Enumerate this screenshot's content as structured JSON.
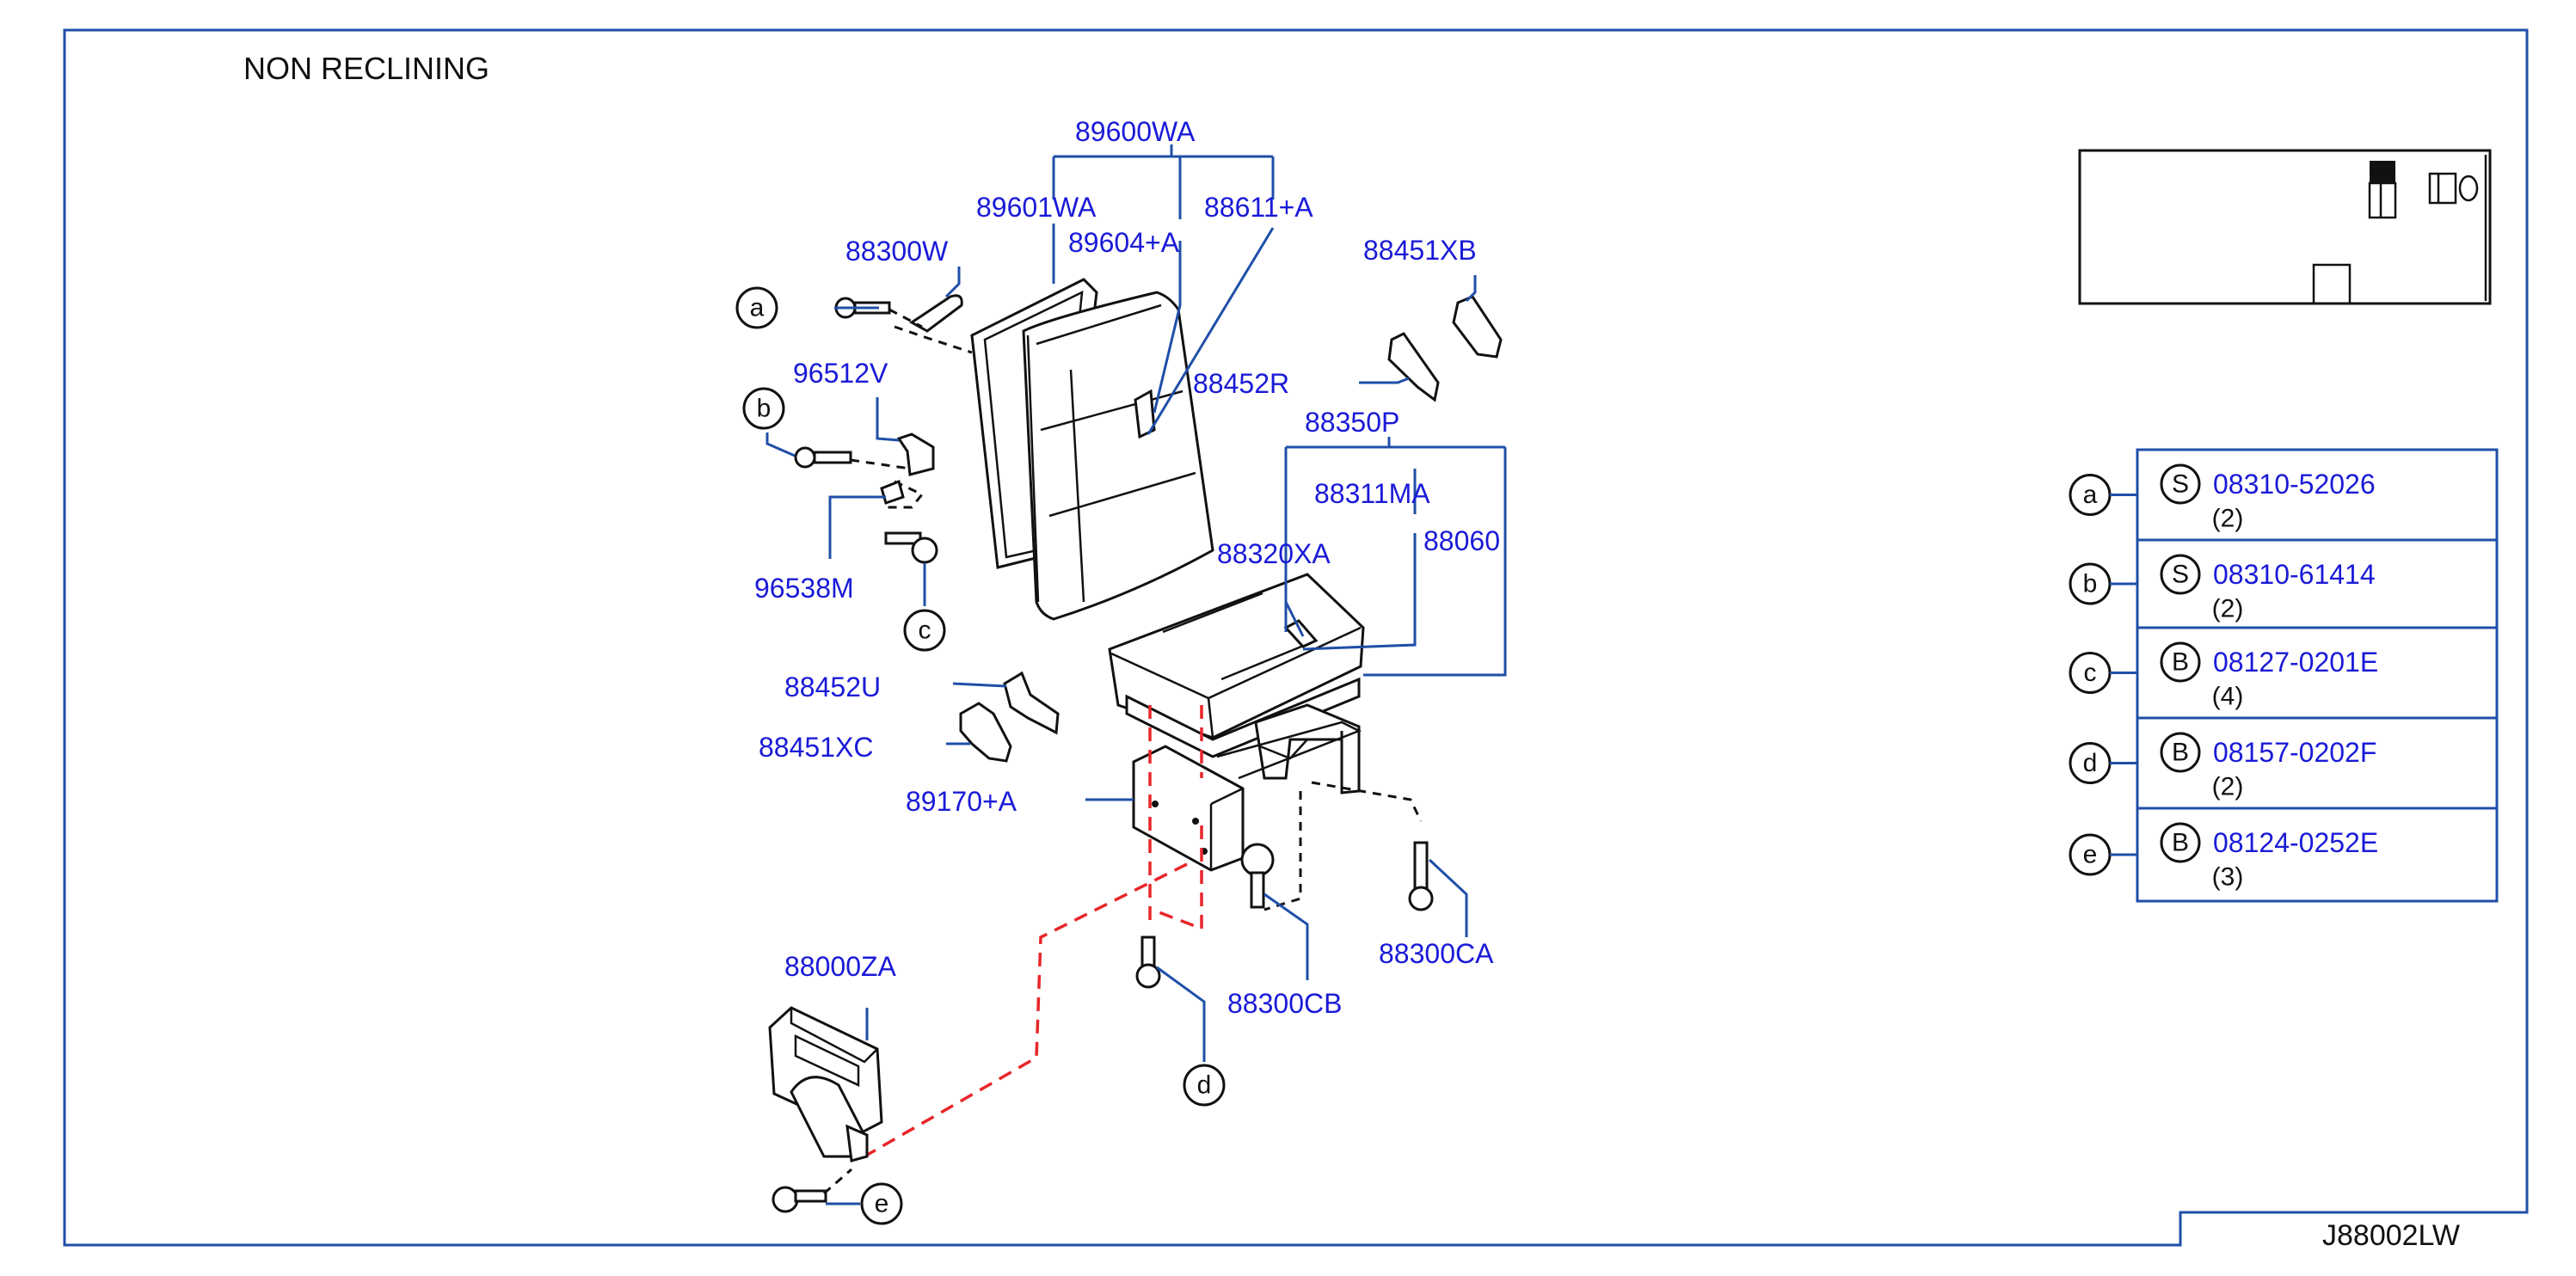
{
  "header": {
    "title": "NON  RECLINING"
  },
  "drawing_ref": "J88002LW",
  "colors": {
    "label": "#1a1ad8",
    "leader": "#1f4fa8",
    "mounting_dash": "#e8262a"
  },
  "part_labels": {
    "p89600WA": "89600WA",
    "p89601WA": "89601WA",
    "p88611A": "88611+A",
    "p89604A": "89604+A",
    "p88300W": "88300W",
    "p88451XB": "88451XB",
    "p96512V": "96512V",
    "p88452R": "88452R",
    "p88350P": "88350P",
    "p88311MA": "88311MA",
    "p88060": "88060",
    "p88320XA": "88320XA",
    "p96538M": "96538M",
    "p88452U": "88452U",
    "p88451XC": "88451XC",
    "p89170A": "89170+A",
    "p88000ZA": "88000ZA",
    "p88300CA": "88300CA",
    "p88300CB": "88300CB"
  },
  "callouts": {
    "a": "a",
    "b": "b",
    "c": "c",
    "d": "d",
    "e": "e"
  },
  "fastener_table": [
    {
      "key": "a",
      "type": "S",
      "part": "08310-52026",
      "qty": "(2)"
    },
    {
      "key": "b",
      "type": "S",
      "part": "08310-61414",
      "qty": "(2)"
    },
    {
      "key": "c",
      "type": "B",
      "part": "08127-0201E",
      "qty": "(4)"
    },
    {
      "key": "d",
      "type": "B",
      "part": "08157-0202F",
      "qty": "(2)"
    },
    {
      "key": "e",
      "type": "B",
      "part": "08124-0252E",
      "qty": "(3)"
    }
  ]
}
